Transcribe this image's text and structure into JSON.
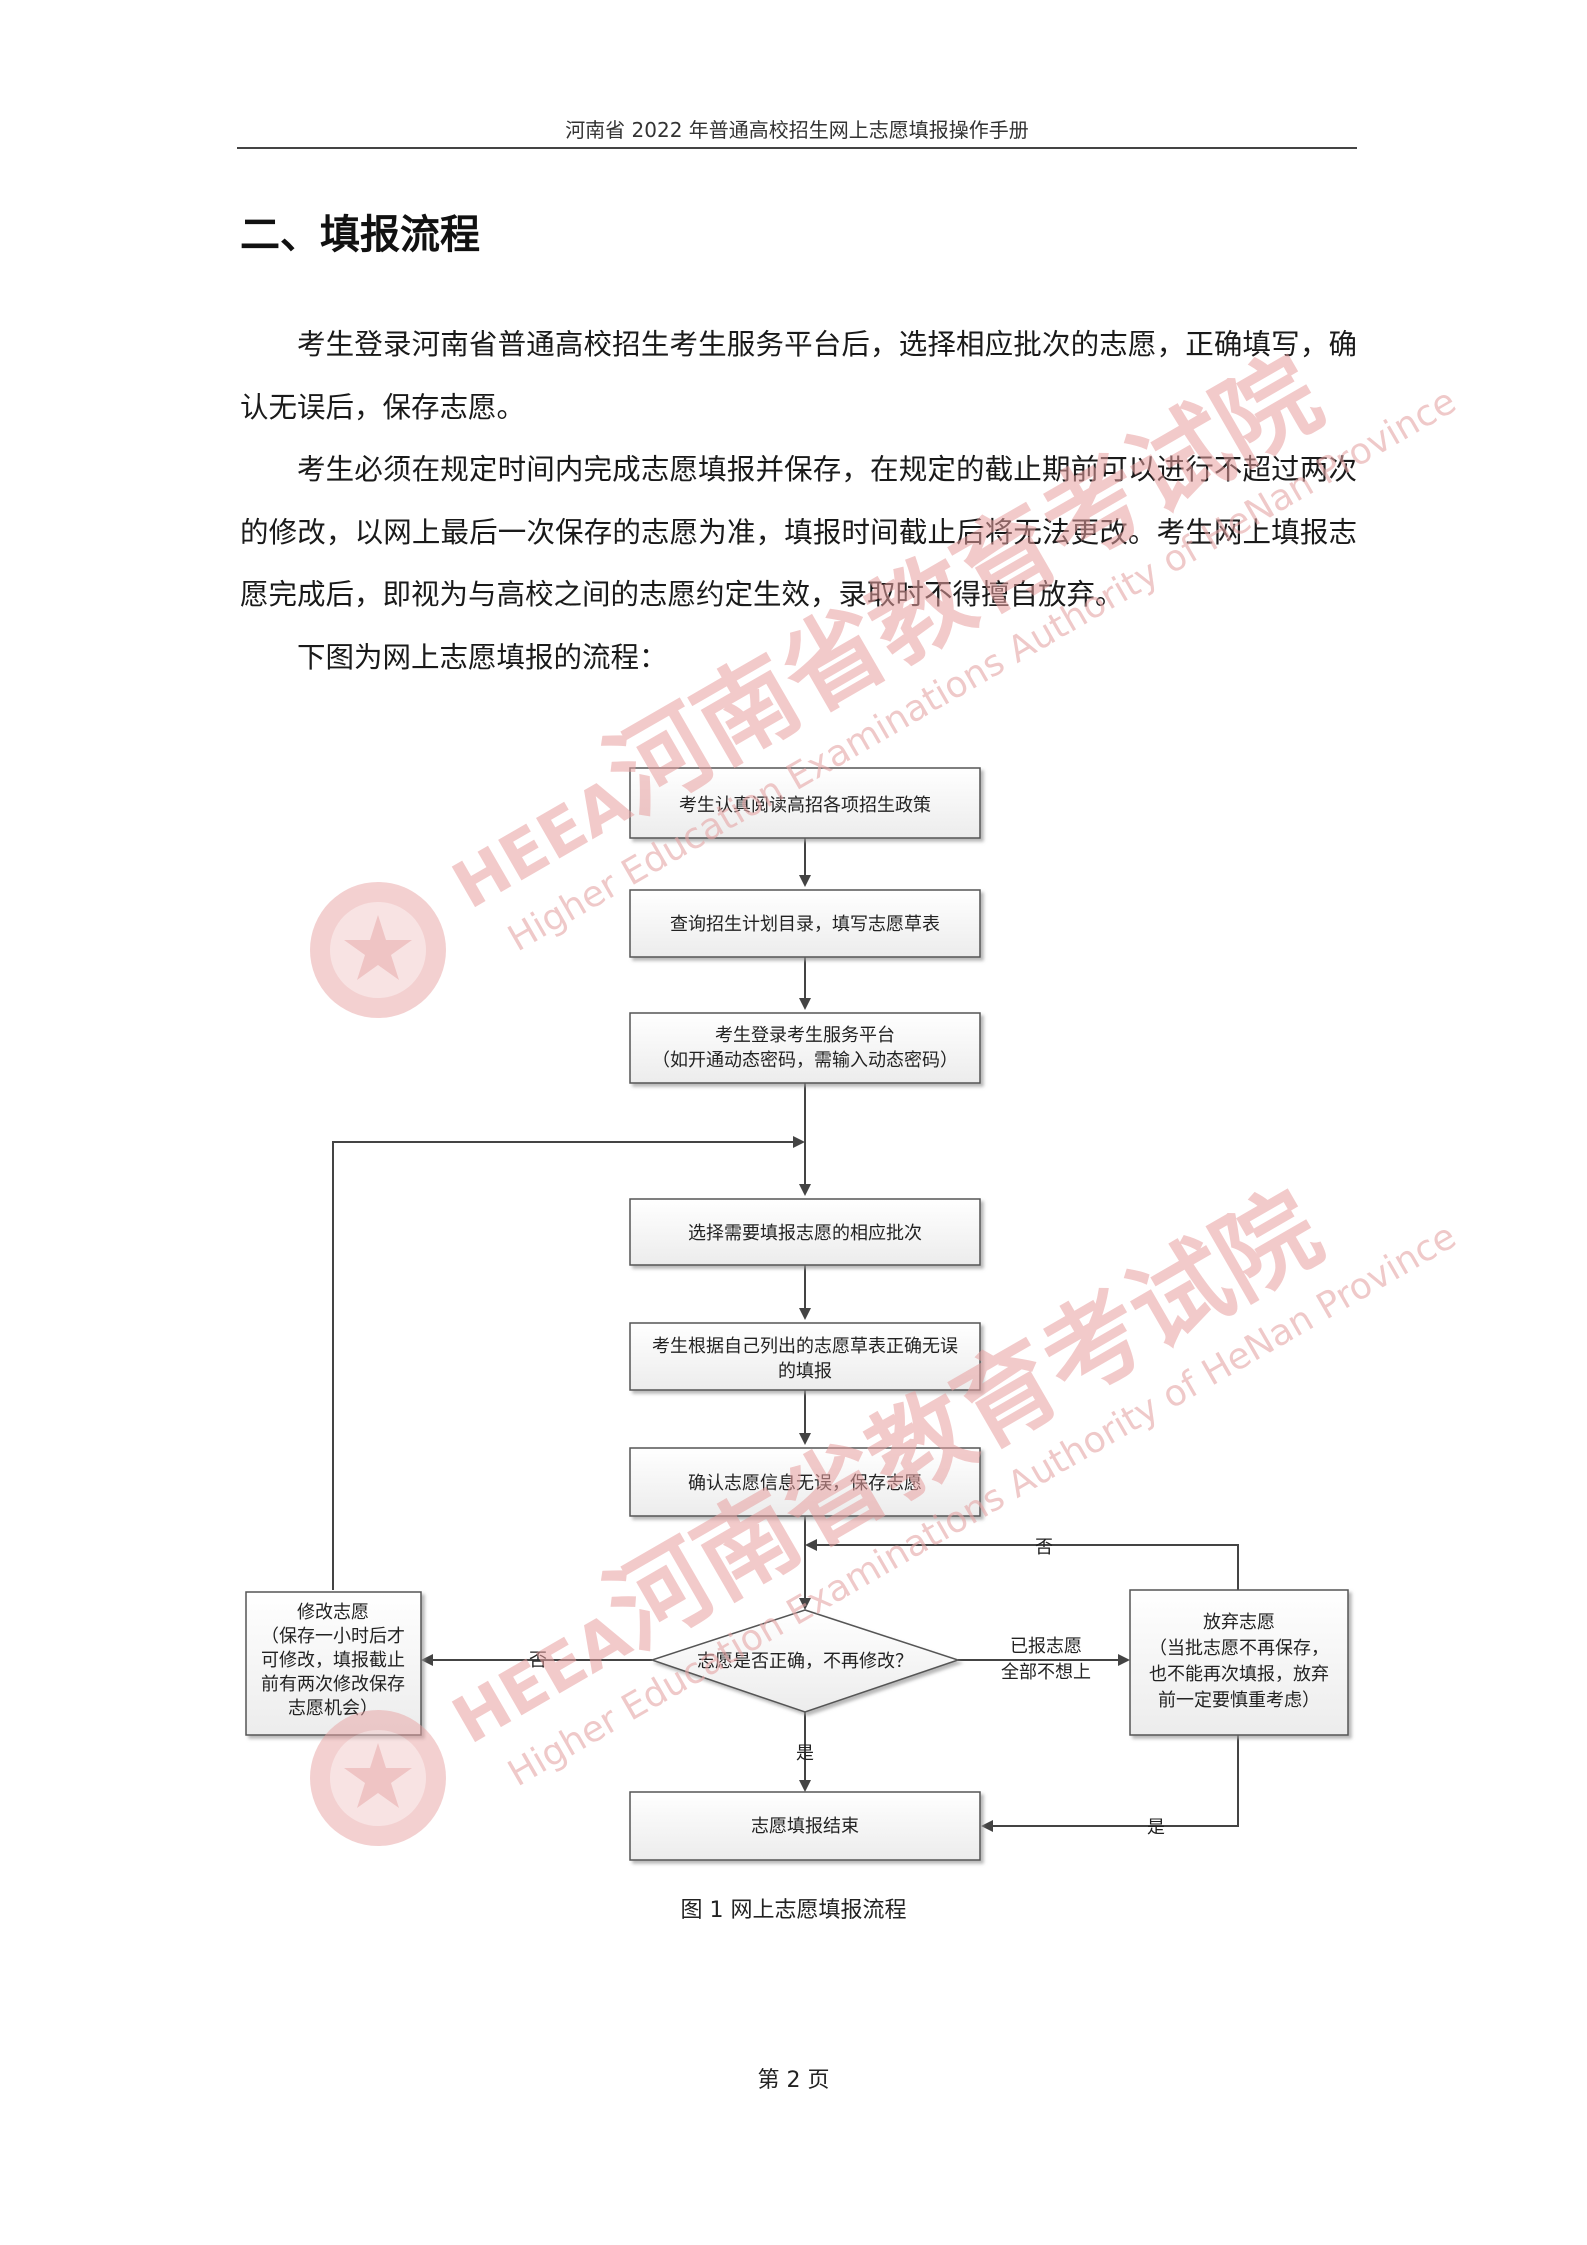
{
  "header": {
    "title": "河南省 2022 年普通高校招生网上志愿填报操作手册"
  },
  "section": {
    "title": "二、填报流程"
  },
  "paragraphs": [
    "考生登录河南省普通高校招生考生服务平台后，选择相应批次的志愿，正确填写，确认无误后，保存志愿。",
    "考生必须在规定时间内完成志愿填报并保存，在规定的截止期前可以进行不超过两次的修改，以网上最后一次保存的志愿为准，填报时间截止后将无法更改。考生网上填报志愿完成后，即视为与高校之间的志愿约定生效，录取时不得擅自放弃。",
    "下图为网上志愿填报的流程："
  ],
  "flowchart": {
    "nodes": {
      "step1": [
        "考生认真阅读高招各项招生政策"
      ],
      "step2": [
        "查询招生计划目录，填写志愿草表"
      ],
      "step3": [
        "考生登录考生服务平台",
        "（如开通动态密码，需输入动态密码）"
      ],
      "step4": [
        "选择需要填报志愿的相应批次"
      ],
      "step5": [
        "考生根据自己列出的志愿草表正确无误",
        "的填报"
      ],
      "step6": [
        "确认志愿信息无误，保存志愿"
      ],
      "decision": [
        "志愿是否正确，不再修改？"
      ],
      "modify": [
        "修改志愿",
        "（保存一小时后才",
        "可修改，填报截止",
        "前有两次修改保存",
        "志愿机会）"
      ],
      "abandon": [
        "放弃志愿",
        "（当批志愿不再保存，",
        "也不能再次填报，放弃",
        "前一定要慎重考虑）"
      ],
      "end": [
        "志愿填报结束"
      ]
    },
    "edge_labels": {
      "no_left": "否",
      "no_top": "否",
      "yes_down": "是",
      "yes_right": "是",
      "abandon_label": [
        "已报志愿",
        "全部不想上"
      ]
    }
  },
  "caption": "图 1  网上志愿填报流程",
  "page_number": "第 2 页",
  "watermark": {
    "badge": "HEEA",
    "cn": "河南省教育考试院",
    "en": "Higher Education Examinations Authority of HeNan Province"
  }
}
